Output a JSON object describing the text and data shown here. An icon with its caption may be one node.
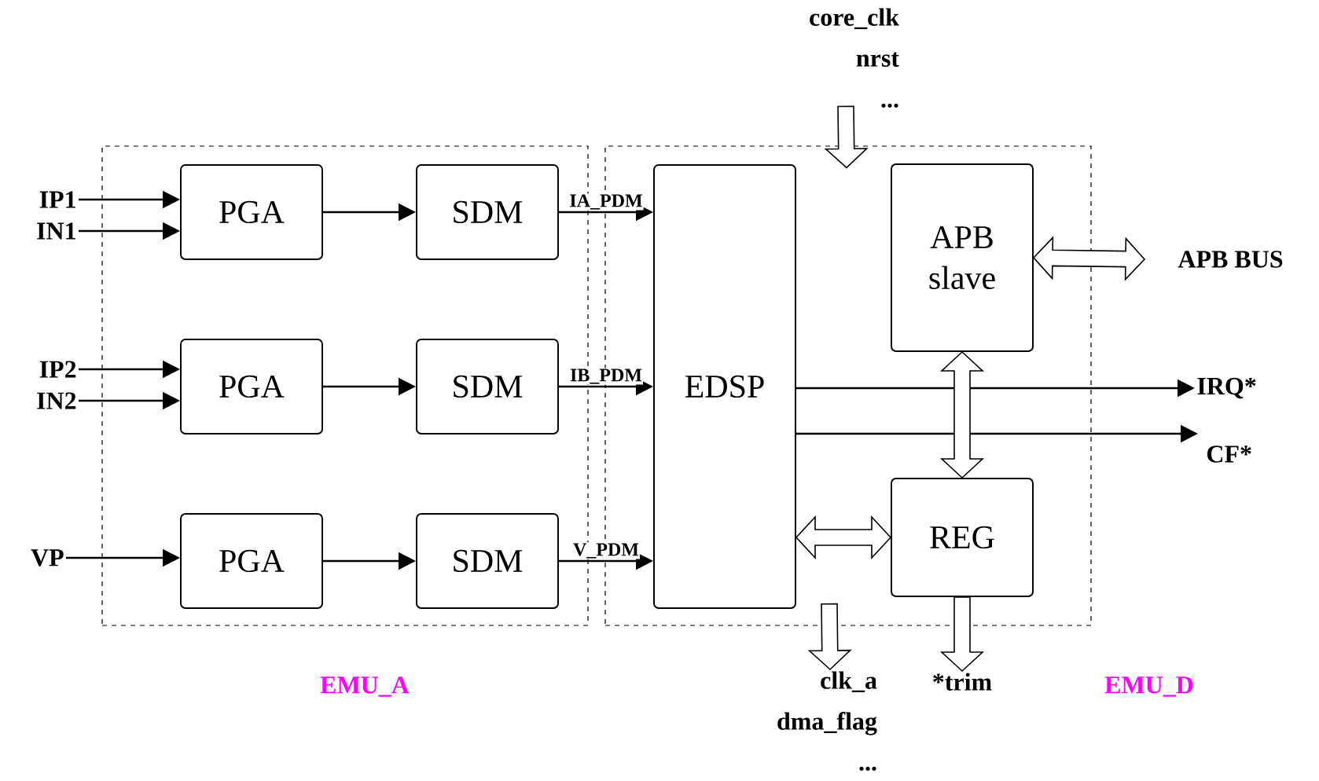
{
  "diagram": {
    "nodes": [
      {
        "text": [
          "EMU_A"
        ]
      },
      {
        "text": [
          "PGA"
        ],
        "in": 0
      },
      {
        "text": [
          "SDM"
        ],
        "in": 0
      },
      {
        "text": [
          "PGA"
        ],
        "in": 0
      },
      {
        "text": [
          "SDM"
        ],
        "in": 0
      },
      {
        "text": [
          "PGA"
        ],
        "in": 0
      },
      {
        "text": [
          "SDM"
        ],
        "in": 0
      },
      {
        "text": [
          "EMU_D"
        ]
      },
      {
        "text": [
          "EDSP"
        ],
        "in": 7
      },
      {
        "text": [
          "APB slave"
        ],
        "in": 7
      },
      {
        "text": [
          "REG"
        ],
        "in": 7
      },
      {
        "text": [
          "IP1"
        ]
      },
      {
        "text": [
          "IN1"
        ]
      },
      {
        "text": [
          "IP2"
        ]
      },
      {
        "text": [
          "IN2"
        ]
      },
      {
        "text": [
          "VP"
        ]
      },
      {
        "text": [
          "IRQ*"
        ]
      },
      {
        "text": [
          "CF*"
        ]
      },
      {
        "text": [
          "APB BUS"
        ]
      },
      {
        "text": [
          "core_clk",
          "nrst",
          "..."
        ]
      },
      {
        "text": [
          "clk_a",
          "dma_flag",
          "..."
        ]
      },
      {
        "text": [
          "*trim"
        ]
      }
    ],
    "edges": [
      {
        "from": 11,
        "to": 1,
        "arrow": "to"
      },
      {
        "from": 12,
        "to": 1,
        "arrow": "to"
      },
      {
        "from": 13,
        "to": 3,
        "arrow": "to"
      },
      {
        "from": 14,
        "to": 3,
        "arrow": "to"
      },
      {
        "from": 15,
        "to": 5,
        "arrow": "to"
      },
      {
        "from": 1,
        "to": 2,
        "arrow": "to"
      },
      {
        "from": 3,
        "to": 4,
        "arrow": "to"
      },
      {
        "from": 5,
        "to": 6,
        "arrow": "to"
      },
      {
        "from": 2,
        "to": 8,
        "arrow": "to",
        "label": "IA_PDM"
      },
      {
        "from": 4,
        "to": 8,
        "arrow": "to",
        "label": "IB_PDM"
      },
      {
        "from": 6,
        "to": 8,
        "arrow": "to",
        "label": "V_PDM"
      },
      {
        "from": 8,
        "to": 16,
        "arrow": "to"
      },
      {
        "from": 8,
        "to": 17,
        "arrow": "to"
      },
      {
        "from": 9,
        "to": 18,
        "arrow": "both",
        "style": "thick"
      },
      {
        "from": 9,
        "to": 10,
        "arrow": "both",
        "style": "thick"
      },
      {
        "from": 8,
        "to": 10,
        "arrow": "both",
        "style": "thick"
      },
      {
        "from": 19,
        "to": 7,
        "arrow": "to",
        "style": "thick"
      },
      {
        "from": 7,
        "to": 20,
        "arrow": "to",
        "style": "thick"
      },
      {
        "from": 10,
        "to": 21,
        "arrow": "to",
        "style": "thick"
      }
    ]
  }
}
